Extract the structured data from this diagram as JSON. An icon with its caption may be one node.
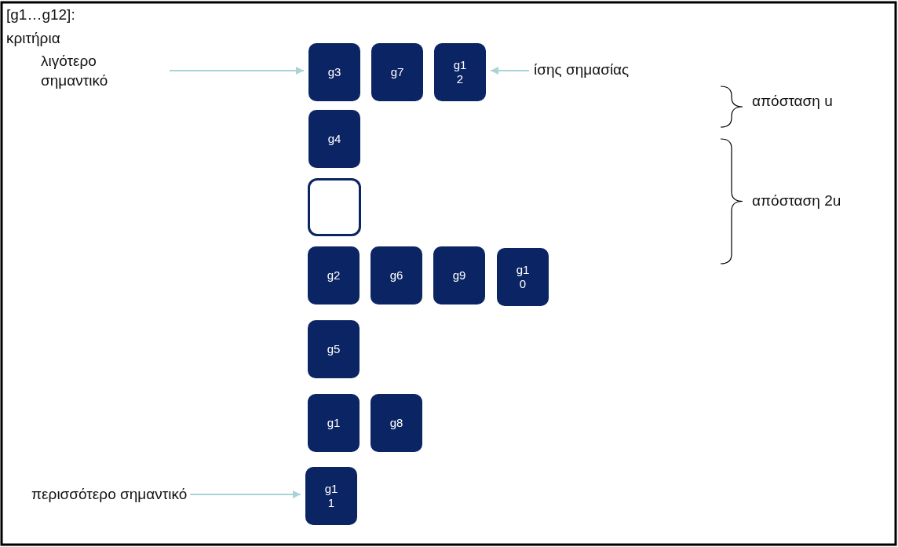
{
  "diagram": {
    "nodes": [
      {
        "text": [
          "λιγότερο σημαντικό"
        ]
      },
      {
        "text": [
          "g3"
        ]
      },
      {
        "text": [
          "g7"
        ]
      },
      {
        "text": [
          "g1 2"
        ]
      },
      {
        "text": [
          "ίσης σημασίας"
        ]
      },
      {
        "text": [
          "g4"
        ]
      },
      {
        "text": [],
        "shape": "box"
      },
      {
        "text": [
          "g2"
        ]
      },
      {
        "text": [
          "g6"
        ]
      },
      {
        "text": [
          "g9"
        ]
      },
      {
        "text": [
          "g1 0"
        ]
      },
      {
        "text": [
          "g5"
        ]
      },
      {
        "text": [
          "g1"
        ]
      },
      {
        "text": [
          "g8"
        ]
      },
      {
        "text": [
          "g1 1"
        ]
      },
      {
        "text": [
          "περισσότερο σημαντικό"
        ]
      }
    ],
    "edges": [
      {
        "from": 0,
        "to": 1,
        "arrow": "to"
      },
      {
        "from": 4,
        "to": 3,
        "arrow": "to"
      },
      {
        "from": 15,
        "to": 14,
        "arrow": "to"
      }
    ],
    "labels": [
      "[g1…g12]:",
      "κριτήρια",
      "απόσταση u",
      "απόσταση 2u"
    ]
  }
}
